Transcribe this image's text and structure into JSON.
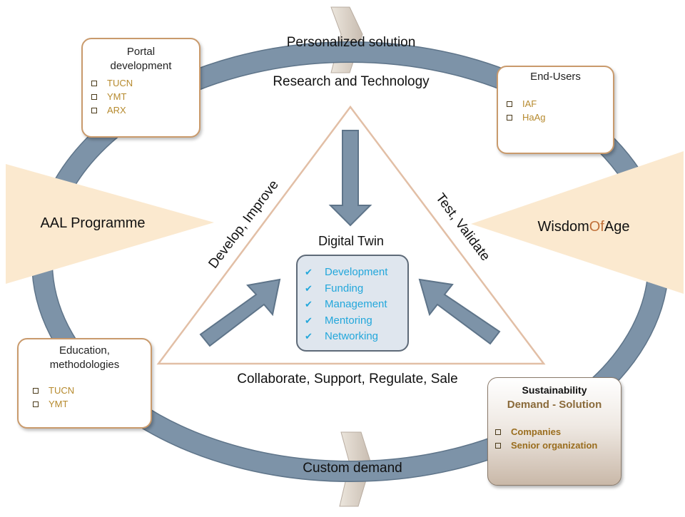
{
  "ring": {
    "top_label": "Personalized solution",
    "bottom_label": "Custom demand",
    "color": "#7d93a8"
  },
  "triangle": {
    "top_label": "Research and Technology",
    "left_label": "Develop, Improve",
    "right_label": "Test, Validate",
    "bottom_label": "Collaborate, Support, Regulate, Sale",
    "center_title": "Digital Twin",
    "stroke": "#e2bfa6"
  },
  "twin_list": {
    "items": [
      "Development",
      "Funding",
      "Management",
      "Mentoring",
      "Networking"
    ],
    "color": "#23a7db"
  },
  "left_wedge": {
    "label": "AAL Programme",
    "fill": "#fbe9cf"
  },
  "right_wedge": {
    "label_parts": [
      "Wisdom",
      "Of",
      "Age"
    ],
    "accent": "#c0703a",
    "fill": "#fbe9cf"
  },
  "boxes": {
    "portal": {
      "title_line1": "Portal",
      "title_line2": "development",
      "items": [
        "TUCN",
        "YMT",
        "ARX"
      ]
    },
    "end_users": {
      "title": "End-Users",
      "items": [
        "IAF",
        "HaAg"
      ]
    },
    "education": {
      "title_line1": "Education,",
      "title_line2": "methodologies",
      "items": [
        "TUCN",
        "YMT"
      ]
    },
    "sustainability": {
      "title": "Sustainability",
      "subtitle": "Demand - Solution",
      "items": [
        "Companies",
        "Senior organization"
      ]
    }
  },
  "colors": {
    "box_border": "#c99a6c",
    "item_text": "#b68a2e",
    "arrow": "#7d93a8"
  }
}
